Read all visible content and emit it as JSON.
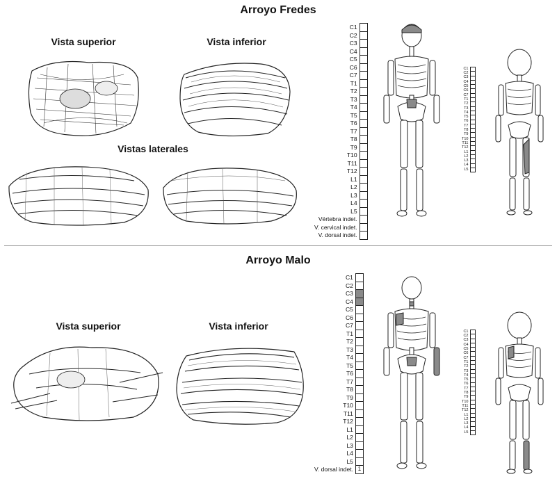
{
  "fredes": {
    "title": "Arroyo Fredes",
    "vista_superior": "Vista superior",
    "vista_inferior": "Vista inferior",
    "vistas_laterales": "Vistas laterales"
  },
  "malo": {
    "title": "Arroyo Malo",
    "vista_superior": "Vista superior",
    "vista_inferior": "Vista inferior"
  },
  "vertebrae": [
    "C1",
    "C2",
    "C3",
    "C4",
    "C5",
    "C6",
    "C7",
    "T1",
    "T2",
    "T3",
    "T4",
    "T5",
    "T6",
    "T7",
    "T8",
    "T9",
    "T10",
    "T11",
    "T12",
    "L1",
    "L2",
    "L3",
    "L4",
    "L5"
  ],
  "extra_fredes": [
    "Vértebra indet.",
    "V. cervical indet.",
    "V. dorsal indet."
  ],
  "extra_malo": [
    "V. dorsal indet."
  ],
  "malo_count": "1",
  "colors": {
    "shade": "#8a8a8a",
    "line": "#222222"
  }
}
